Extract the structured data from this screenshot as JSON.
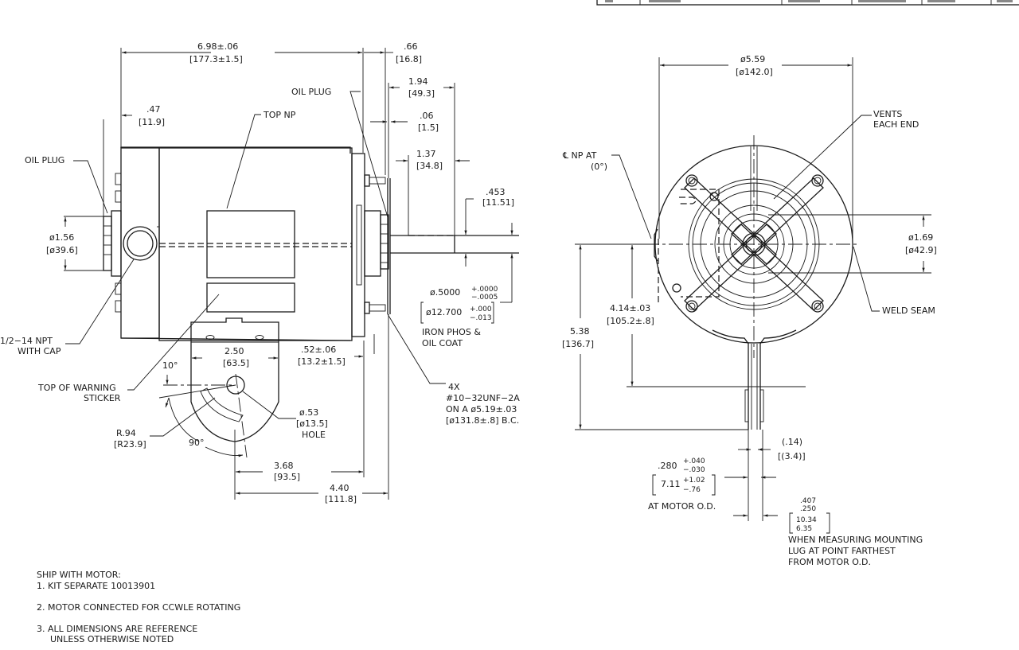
{
  "title_block": {
    "cells": [
      "",
      "",
      "",
      "",
      "",
      ""
    ]
  },
  "side_view": {
    "overall_length": {
      "in": "6.98±.06",
      "mm": "[177.3±1.5]"
    },
    "flange_offset": {
      "in": ".66",
      "mm": "[16.8]"
    },
    "shaft_total": {
      "in": "1.94",
      "mm": "[49.3]"
    },
    "flange_thk": {
      "in": ".06",
      "mm": "[1.5]"
    },
    "flat_length": {
      "in": "1.37",
      "mm": "[34.8]"
    },
    "flat_depth": {
      "in": ".453",
      "mm": "[11.51]"
    },
    "end_offset": {
      "in": ".47",
      "mm": "[11.9]"
    },
    "hub_dia": {
      "in": "ø1.56",
      "mm": "[ø39.6]"
    },
    "shaft_dia": {
      "in": "ø.5000",
      "tol_plus": "+.0000",
      "tol_minus": "−.0005",
      "mm": "ø12.700",
      "mm_plus": "+.000",
      "mm_minus": "−.013"
    },
    "shaft_note": [
      "IRON PHOS &",
      "OIL COAT"
    ],
    "bracket_width": {
      "in": "2.50",
      "mm": "[63.5]"
    },
    "bracket_offset": {
      "in": ".52±.06",
      "mm": "[13.2±1.5]"
    },
    "hole": {
      "in": "ø.53",
      "mm": "[ø13.5]",
      "label": "HOLE"
    },
    "radius": {
      "in": "R.94",
      "mm": "[R23.9]"
    },
    "angle_10": "10°",
    "angle_90": "90°",
    "hole_to_flange": {
      "in": "3.68",
      "mm": "[93.5]"
    },
    "hole_to_end": {
      "in": "4.40",
      "mm": "[111.8]"
    },
    "labels": {
      "oil_plug_top": "OIL PLUG",
      "oil_plug_left": "OIL PLUG",
      "top_np": "TOP NP",
      "npt": [
        "1/2−14 NPT",
        "WITH CAP"
      ],
      "warning": [
        "TOP OF WARNING",
        "STICKER"
      ],
      "studs": [
        "4X",
        "#10−32UNF−2A",
        "ON A ø5.19±.03",
        "[ø131.8±.8] B.C."
      ]
    }
  },
  "end_view": {
    "motor_dia": {
      "in": "ø5.59",
      "mm": "[ø142.0]"
    },
    "hub_dia": {
      "in": "ø1.69",
      "mm": "[ø42.9]"
    },
    "center_height": {
      "in": "4.14±.03",
      "mm": "[105.2±.8]"
    },
    "total_height": {
      "in": "5.38",
      "mm": "[136.7]"
    },
    "lug_gap": {
      "in": "(.14)",
      "mm": "[(3.4)]"
    },
    "lug_thk": {
      "in": ".280",
      "plus": "+.040",
      "minus": "−.030",
      "mm": "7.11",
      "mm_plus": "+1.02",
      "mm_minus": "−.76",
      "note": "AT MOTOR O.D."
    },
    "lug_far": {
      "in_hi": ".407",
      "in_lo": ".250",
      "mm_hi": "10.34",
      "mm_lo": "6.35",
      "note": [
        "WHEN MEASURING MOUNTING",
        "LUG AT POINT FARTHEST",
        "FROM MOTOR O.D."
      ]
    },
    "labels": {
      "np_at": [
        "℄ NP AT",
        "(0°)"
      ],
      "vents": [
        "VENTS",
        "EACH END"
      ],
      "weld": "WELD SEAM"
    }
  },
  "notes": {
    "heading": "SHIP WITH MOTOR:",
    "items": [
      "1. KIT SEPARATE 10013901",
      "2. MOTOR CONNECTED FOR CCWLE ROTATING",
      "3. ALL DIMENSIONS ARE REFERENCE",
      "UNLESS OTHERWISE NOTED"
    ]
  }
}
